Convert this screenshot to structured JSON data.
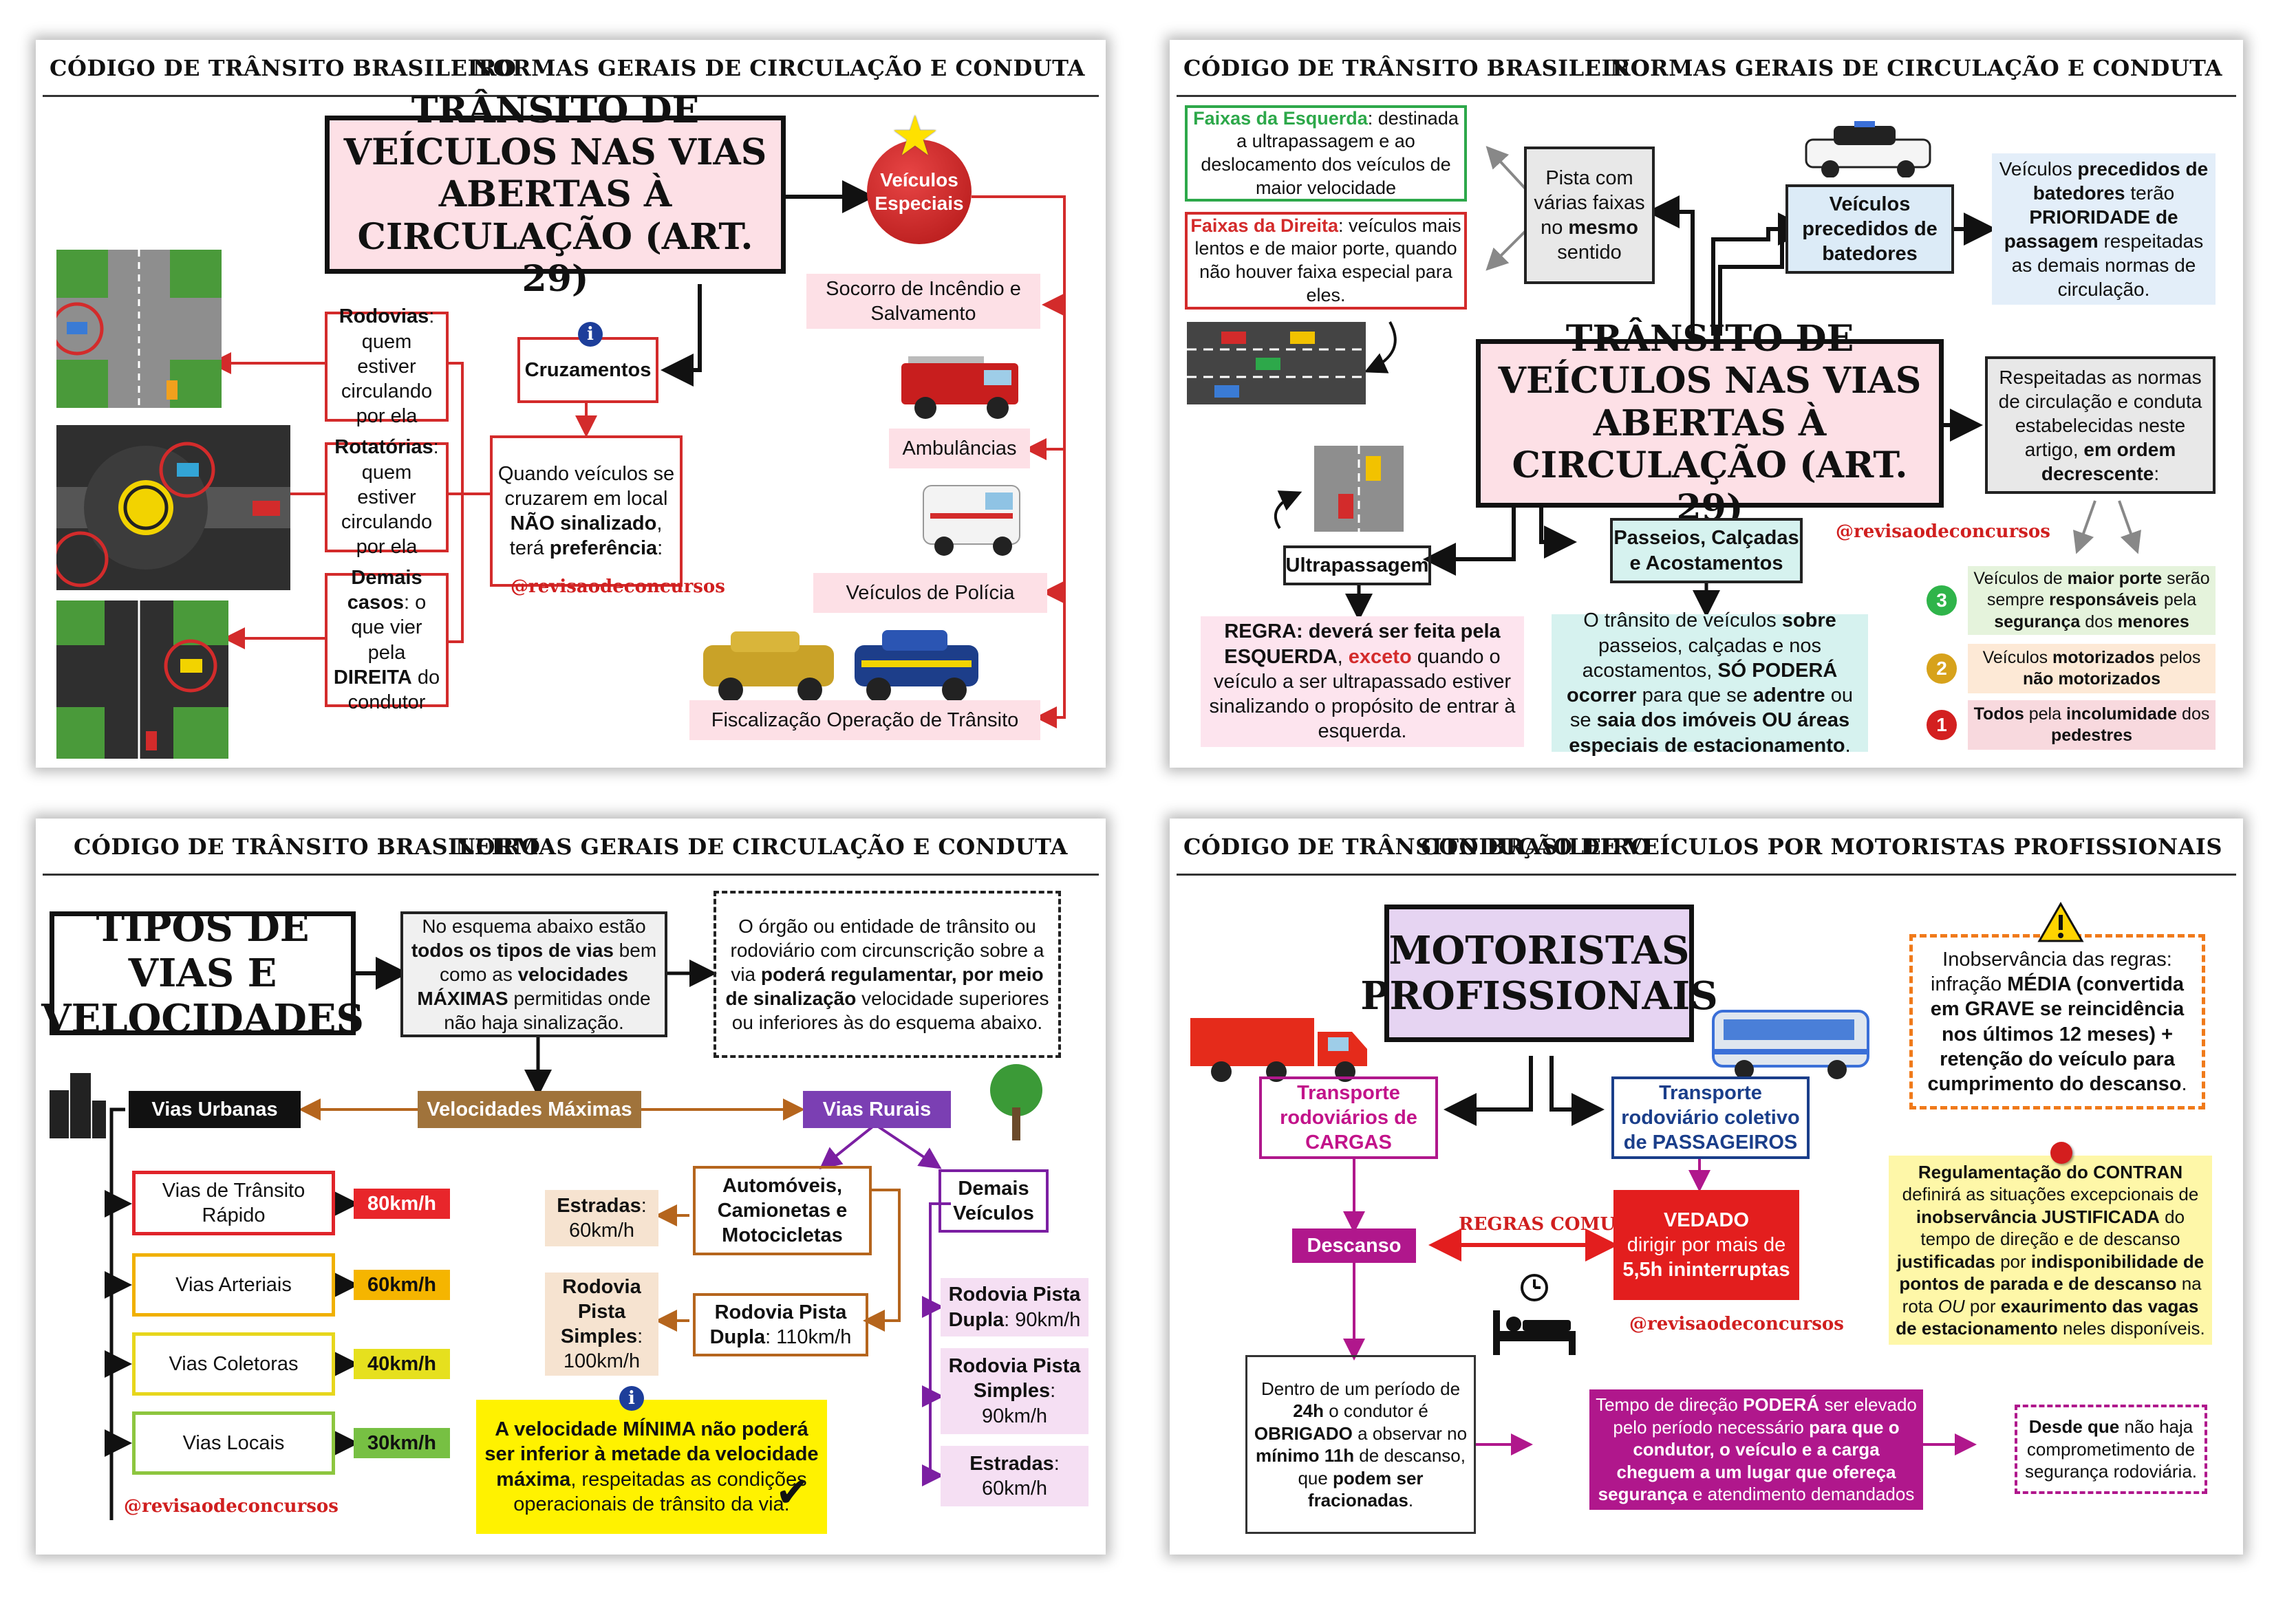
{
  "p1": {
    "header_left": "CÓDIGO DE TRÂNSITO BRASILEIRO",
    "header_right": "NORMAS GERAIS DE CIRCULAÇÃO E CONDUTA",
    "title": "TRÂNSITO DE VEÍCULOS NAS VIAS ABERTAS À CIRCULAÇÃO (ART. 29)",
    "especiais": "Veículos Especiais",
    "especiais_items": [
      "Socorro de Incêndio e Salvamento",
      "Ambulâncias",
      "Veículos de Polícia",
      "Fiscalização Operação de Trânsito"
    ],
    "cruzamentos": "Cruzamentos",
    "preferencia": {
      "a": "Quando veículos se cruzarem em local ",
      "b": "NÃO sinalizado",
      "c": ", terá ",
      "d": "preferência",
      "e": ":"
    },
    "rodovias": {
      "a": "Rodovias",
      "b": ": quem estiver circulando por ela"
    },
    "rotatorias": {
      "a": "Rotatórias",
      "b": ": quem estiver circulando por ela"
    },
    "demais": {
      "a": "Demais casos",
      "b": ": o que vier pela ",
      "c": "DIREITA",
      "d": " do condutor"
    },
    "watermark": "@revisaodeconcursos"
  },
  "p2": {
    "header_left": "CÓDIGO DE TRÂNSITO BRASILEIRO",
    "header_right": "NORMAS GERAIS DE CIRCULAÇÃO E CONDUTA",
    "title": "TRÂNSITO DE VEÍCULOS NAS VIAS ABERTAS À CIRCULAÇÃO (ART. 29)",
    "faixa_esq": {
      "a": "Faixas da Esquerda",
      "b": ": destinada a ultrapassagem e ao deslocamento dos veículos de maior velocidade"
    },
    "faixa_dir": {
      "a": "Faixas da Direita",
      "b": ": veículos mais lentos e de maior porte, quando não houver faixa especial para eles."
    },
    "pista": {
      "a": "Pista com várias faixas no ",
      "b": "mesmo",
      "c": " sentido"
    },
    "batedores": "Veículos precedidos de batedores",
    "prioridade": {
      "a": "Veículos ",
      "b": "precedidos de batedores",
      "c": " terão ",
      "d": "PRIORIDADE de passagem",
      "e": " respeitadas as demais normas de circulação."
    },
    "respeitadas": {
      "a": "Respeitadas as normas de circulação e conduta estabelecidas neste artigo, ",
      "b": "em ordem decrescente",
      "c": ":"
    },
    "ultrapassagem": "Ultrapassagem",
    "passeios": "Passeios, Calçadas e Acostamentos",
    "regra": {
      "a": "REGRA: deverá ser feita pela ESQUERDA",
      "b": ", ",
      "c": "exceto",
      "d": " quando o veículo a ser ultrapassado estiver sinalizando o propósito de entrar à esquerda."
    },
    "passeios_txt": {
      "a": "O trânsito de veículos ",
      "b": "sobre",
      "c": " passeios, calçadas e nos acostamentos, ",
      "d": "SÓ PODERÁ ocorrer",
      "e": " para que se ",
      "f": "adentre",
      "g": " ou se ",
      "h": "saia dos imóveis OU áreas especiais de estacionamento",
      "i": "."
    },
    "ordem": [
      {
        "n": "3",
        "color": "#2fb44a",
        "a": "Veículos de ",
        "b": "maior porte",
        "c": " serão sempre ",
        "d": "responsáveis",
        "e": " pela ",
        "f": "segurança",
        "g": " dos ",
        "h": "menores",
        "bg": "#e5f3dc"
      },
      {
        "n": "2",
        "color": "#d7a21b",
        "a": "Veículos ",
        "b": "motorizados",
        "c": " pelos ",
        "d": "não motorizados",
        "e": "",
        "f": "",
        "g": "",
        "h": "",
        "bg": "#fde9d6"
      },
      {
        "n": "1",
        "color": "#d32020",
        "a": "",
        "b": "Todos",
        "c": " pela ",
        "d": "incolumidade",
        "e": " dos ",
        "f": "pedestres",
        "g": "",
        "h": "",
        "bg": "#f8d9de"
      }
    ],
    "watermark": "@revisaodeconcursos"
  },
  "p3": {
    "header_left": "CÓDIGO DE TRÂNSITO BRASILEIRO",
    "header_right": "NORMAS GERAIS DE CIRCULAÇÃO E CONDUTA",
    "title": "TIPOS DE VIAS E VELOCIDADES",
    "esquema": {
      "a": "No esquema abaixo estão ",
      "b": "todos os tipos de vias",
      "c": " bem como as ",
      "d": "velocidades MÁXIMAS",
      "e": " permitidas onde não haja sinalização."
    },
    "orgao": {
      "a": "O órgão ou entidade de trânsito ou rodoviário com circunscrição sobre a via ",
      "b": "poderá regulamentar, por meio de sinalização",
      "c": " velocidade superiores ou inferiores às do esquema abaixo."
    },
    "urbanas": "Vias Urbanas",
    "maximas": "Velocidades Máximas",
    "rurais": "Vias Rurais",
    "vias": [
      {
        "name": "Vias de Trânsito Rápido",
        "speed": "80km/h",
        "border": "#e0242a",
        "fill": "#e8262b"
      },
      {
        "name": "Vias Arteriais",
        "speed": "60km/h",
        "border": "#f0b000",
        "fill": "#f5b500"
      },
      {
        "name": "Vias Coletoras",
        "speed": "40km/h",
        "border": "#e7d61c",
        "fill": "#e6e01e"
      },
      {
        "name": "Vias Locais",
        "speed": "30km/h",
        "border": "#8dc63f",
        "fill": "#77c043"
      }
    ],
    "automoveis": "Automóveis, Camionetas e Motocicletas",
    "demais_veiculos": "Demais Veículos",
    "estradas_a": {
      "a": "Estradas",
      "b": ": 60km/h"
    },
    "rodovia_simples_a": {
      "a": "Rodovia Pista Simples",
      "b": ": 100km/h"
    },
    "rodovia_dupla_a": {
      "a": "Rodovia Pista Dupla",
      "b": ": 110km/h"
    },
    "rodovia_dupla_b": {
      "a": "Rodovia Pista Dupla",
      "b": ": 90km/h"
    },
    "rodovia_simples_b": {
      "a": "Rodovia Pista Simples",
      "b": ": 90km/h"
    },
    "estradas_b": {
      "a": "Estradas",
      "b": ": 60km/h"
    },
    "minima": {
      "a": "A velocidade MÍNIMA não poderá ser inferior à metade da velocidade máxima",
      "b": ", respeitadas as condições operacionais de trânsito da via."
    },
    "watermark": "@revisaodeconcursos"
  },
  "p4": {
    "header_left": "CÓDIGO DE TRÂNSITO BRASILEIRO",
    "header_right": "CONDUÇÃO DE VEÍCULOS POR MOTORISTAS PROFISSIONAIS",
    "title": "MOTORISTAS PROFISSIONAIS",
    "inobservancia": {
      "a": "Inobservância das regras: infração ",
      "b": "MÉDIA (convertida em GRAVE se reincidência nos últimos 12 meses) + retenção do veículo para cumprimento do descanso",
      "c": "."
    },
    "cargas": "Transporte rodoviários de CARGAS",
    "passageiros": "Transporte rodoviário coletivo de PASSAGEIROS",
    "regras_comuns": "REGRAS COMUNS",
    "descanso": "Descanso",
    "vedado": {
      "a": "VEDADO",
      "b": "dirigir por mais de ",
      "c": "5,5h ininterruptas"
    },
    "regulamentacao": {
      "a": "Regulamentação do CONTRAN",
      "b": " definirá as situações excepcionais de ",
      "c": "inobservância JUSTIFICADA",
      "d": " do tempo de direção e de descanso ",
      "e": "justificadas",
      "f": " por ",
      "g": "indisponibilidade de pontos de parada e de descanso",
      "h": " na rota ",
      "i": "OU",
      "j": " por ",
      "k": "exaurimento das vagas de estacionamento",
      "l": " neles disponíveis."
    },
    "dentro": {
      "a": "Dentro de um período de ",
      "b": "24h",
      "c": " o condutor é ",
      "d": "OBRIGADO",
      "e": " a observar no ",
      "f": "mínimo 11h",
      "g": " de descanso, que ",
      "h": "podem ser fracionadas",
      "i": "."
    },
    "tempo": {
      "a": "Tempo de direção ",
      "b": "PODERÁ",
      "c": " ser elevado pelo período necessário ",
      "d": "para que o condutor, o veículo e a carga cheguem a um lugar que ofereça segurança",
      "e": " e atendimento demandados"
    },
    "desde": {
      "a": "Desde que",
      "b": " não haja comprometimento de segurança rodoviária."
    },
    "watermark": "@revisaodeconcursos"
  }
}
